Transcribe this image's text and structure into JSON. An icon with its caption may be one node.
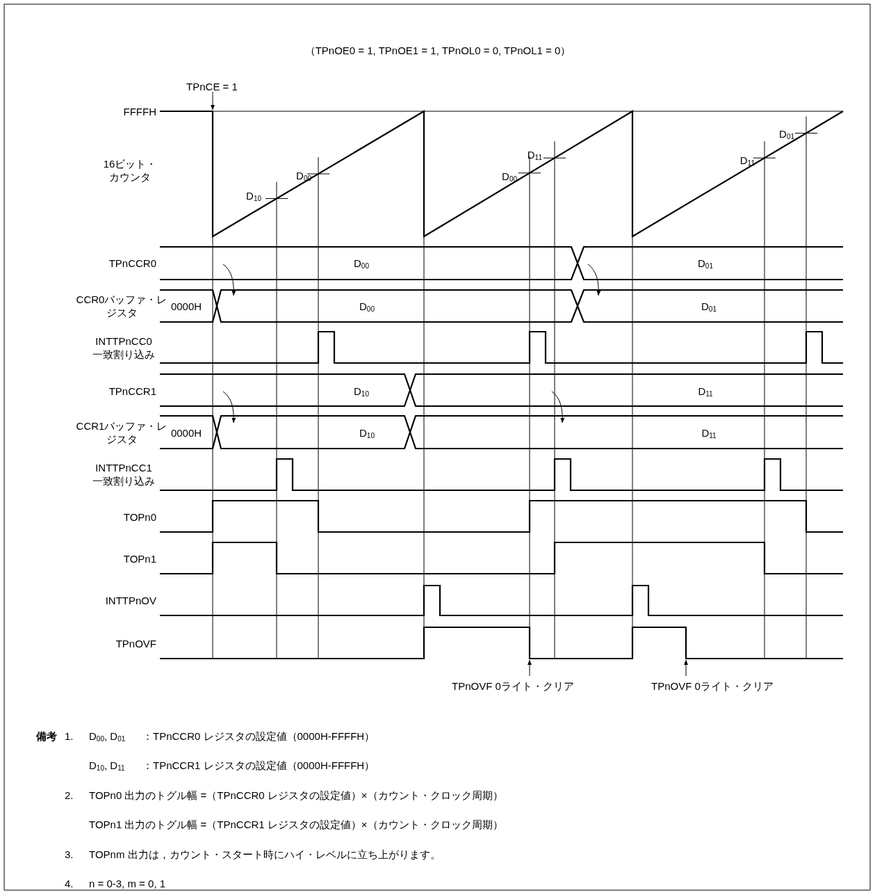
{
  "diagram": {
    "title": "（TPnOE0 = 1, TPnOE1 = 1, TPnOL0 = 0, TPnOL1 = 0）",
    "labels": [
      "TPnCE = 1",
      "FFFFH",
      "16ビット・カウンタ",
      "D$_{00}$",
      "D$_{10}$",
      "D$_{11}$",
      "D$_{00}$",
      "D$_{01}$",
      "D$_{11}$",
      "TPnCCR0",
      "D$_{00}$",
      "D$_{01}$",
      "CCR0バッファ・レジスタ",
      "0000H",
      "D$_{00}$",
      "D$_{01}$",
      "INTTPnCC0一致割り込み",
      "TPnCCR1",
      "D$_{10}$",
      "D$_{11}$",
      "CCR1バッファ・レジスタ",
      "0000H",
      "D$_{10}$",
      "D$_{11}$",
      "INTTPnCC1一致割り込み",
      "TOPn0",
      "TOPn1",
      "INTTPnOV",
      "TPnOVF",
      "TPnOVF 0ライト・クリア",
      "TPnOVF 0ライト・クリア",
      "備考",
      "1.",
      "D$_{00}$, D$_{01}$",
      "：TPnCCR0 レジスタの設定値（0000H-FFFFH）",
      "D$_{10}$, D$_{11}$",
      "：TPnCCR1 レジスタの設定値（0000H-FFFFH）",
      "2.",
      "TOPn0 出力のトグル幅 =（TPnCCR0 レジスタの設定値）×（カウント・クロック周期）",
      "TOPn1 出力のトグル幅 =（TPnCCR1 レジスタの設定値）×（カウント・クロック周期）",
      "3.",
      "TOPnm 出力は，カウント・スタート時にハイ・レベルに立ち上がります。",
      "4.",
      "n = 0-3, m = 0, 1"
    ]
  }
}
